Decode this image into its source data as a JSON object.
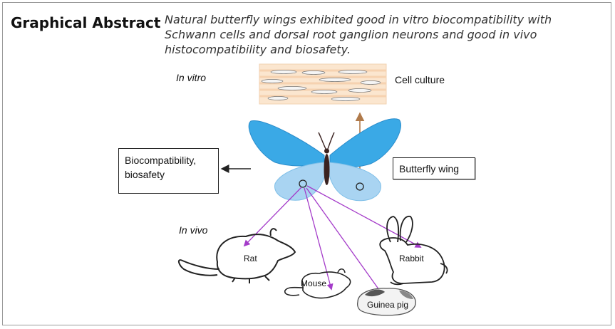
{
  "header": {
    "title": "Graphical Abstract",
    "description": "Natural butterfly wings exhibited good in vitro biocompatibility with Schwann cells and dorsal root ganglion neurons and good in vivo histocompatibility and biosafety."
  },
  "labels": {
    "in_vitro": "In vitro",
    "in_vivo": "In vivo",
    "cell_culture": "Cell culture",
    "biocompat_line1": "Biocompatibility,",
    "biocompat_line2": "biosafety",
    "butterfly_wing": "Butterfly wing"
  },
  "animals": [
    {
      "id": "rat",
      "label": "Rat"
    },
    {
      "id": "mouse",
      "label": "Mouse"
    },
    {
      "id": "guinea_pig",
      "label": "Guinea pig"
    },
    {
      "id": "rabbit",
      "label": "Rabbit"
    }
  ],
  "colors": {
    "wing_upper": "#3aa9e6",
    "wing_lower": "#a9d4f2",
    "culture_bg": "#fbe6cf",
    "culture_stripe": "#f3c79d",
    "up_arrow": "#b07a4a",
    "vivo_arrow": "#a43bc9",
    "animal_outline": "#222222"
  }
}
